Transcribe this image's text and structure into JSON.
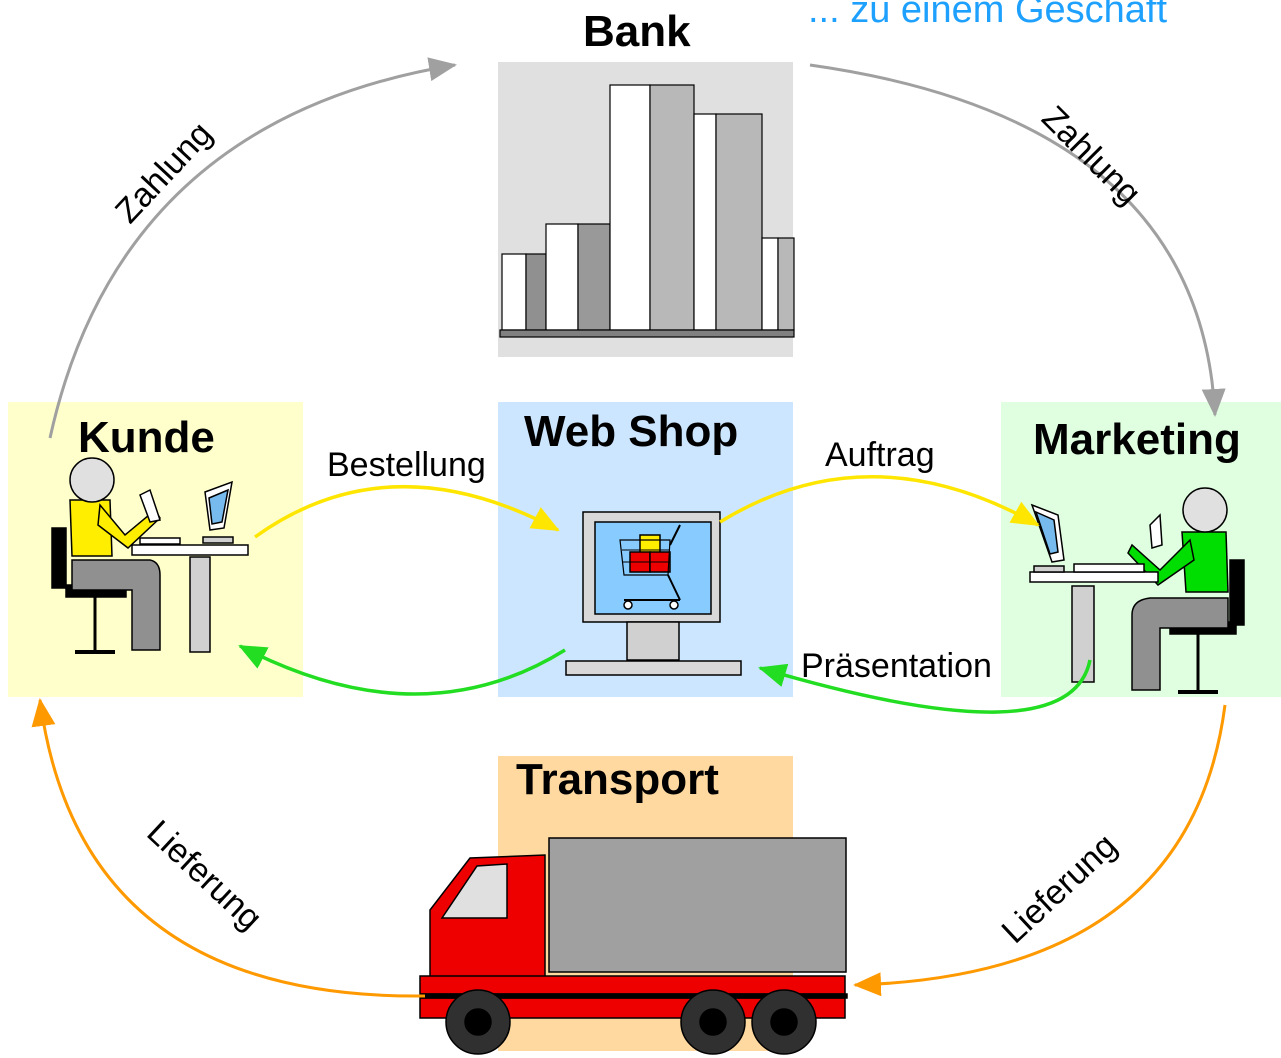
{
  "top_right_text": "... zu einem Geschäft",
  "nodes": {
    "bank": {
      "title": "Bank"
    },
    "kunde": {
      "title": "Kunde"
    },
    "webshop": {
      "title": "Web Shop"
    },
    "marketing": {
      "title": "Marketing"
    },
    "transport": {
      "title": "Transport"
    }
  },
  "edges": {
    "kunde_to_bank": "Zahlung",
    "bank_to_marketing": "Zahlung",
    "kunde_to_webshop": "Bestellung",
    "webshop_to_marketing": "Auftrag",
    "marketing_to_webshop": "Präsentation",
    "transport_to_kunde": "Lieferung",
    "marketing_to_transport": "Lieferung"
  },
  "colors": {
    "bank_bg": "#e0e0e0",
    "kunde_bg": "#ffffcc",
    "webshop_bg": "#cce6ff",
    "marketing_bg": "#e0ffe0",
    "transport_bg": "#ffd9a0",
    "payment_arrow": "#a0a0a0",
    "order_arrow": "#ffe600",
    "presentation_arrow": "#22dd22",
    "delivery_arrow": "#ff9900",
    "top_right_text": "#1ea0ff"
  }
}
